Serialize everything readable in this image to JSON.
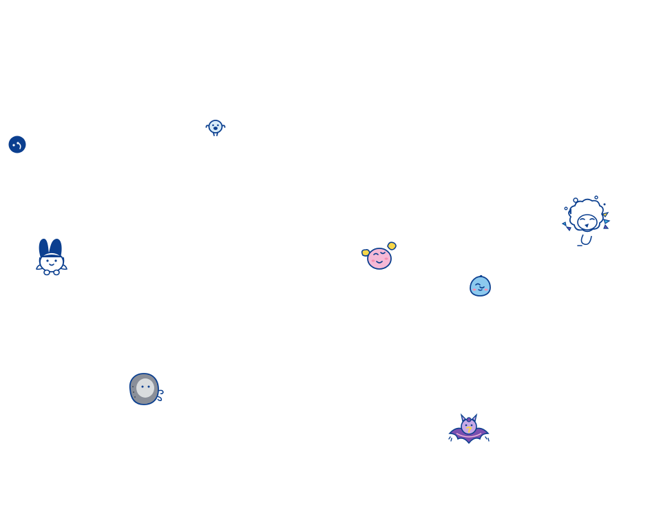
{
  "palette": {
    "navy": "#0b3f8f",
    "white": "#ffffff",
    "pink": "#f6b9d6",
    "yellow": "#f7d648",
    "sky": "#8cc9ee",
    "grey": "#8a8f99",
    "purple": "#7a4fb0",
    "cyan": "#3fb2e0",
    "blush": "#f48fb1"
  },
  "characters": [
    {
      "name": "navy-blob-character",
      "icon": "navy-blob-icon"
    },
    {
      "name": "small-ghost-character",
      "icon": "small-ghost-icon"
    },
    {
      "name": "bunny-character",
      "icon": "bunny-icon"
    },
    {
      "name": "pink-pigtails-character",
      "icon": "pink-pigtails-icon"
    },
    {
      "name": "blue-drop-character",
      "icon": "blue-drop-icon"
    },
    {
      "name": "fluffy-sheep-character",
      "icon": "fluffy-sheep-icon"
    },
    {
      "name": "grey-rock-character",
      "icon": "grey-rock-icon"
    },
    {
      "name": "purple-bat-character",
      "icon": "purple-bat-icon"
    }
  ]
}
